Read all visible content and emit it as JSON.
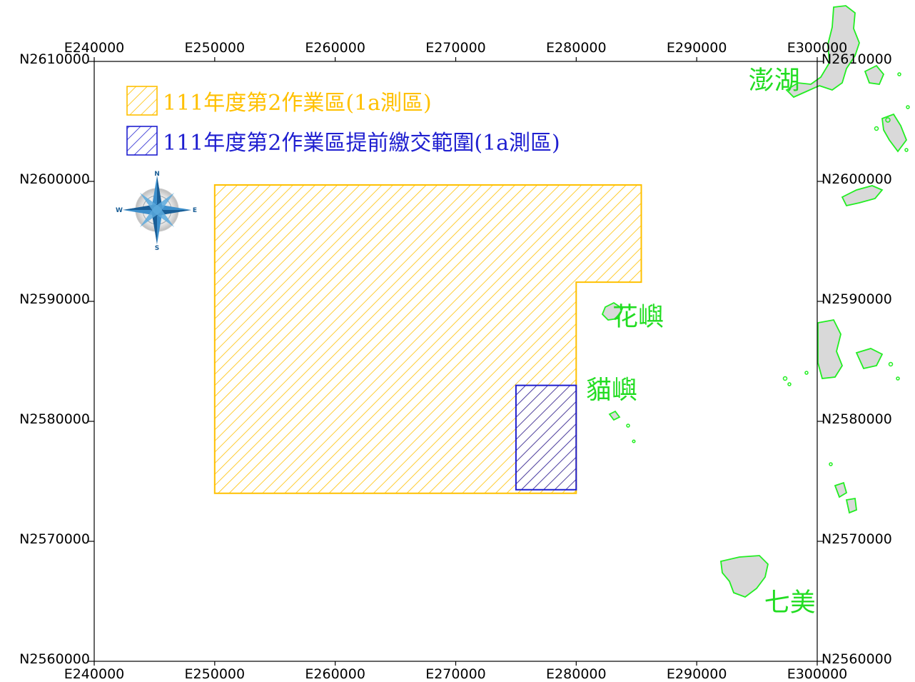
{
  "map": {
    "x_range": [
      240000,
      300000
    ],
    "y_range": [
      2560000,
      2610000
    ],
    "x_ticks": [
      {
        "value": 240000,
        "label": "E240000"
      },
      {
        "value": 250000,
        "label": "E250000"
      },
      {
        "value": 260000,
        "label": "E260000"
      },
      {
        "value": 270000,
        "label": "E270000"
      },
      {
        "value": 280000,
        "label": "E280000"
      },
      {
        "value": 290000,
        "label": "E290000"
      },
      {
        "value": 300000,
        "label": "E300000"
      }
    ],
    "y_ticks": [
      {
        "value": 2610000,
        "label": "N2610000"
      },
      {
        "value": 2600000,
        "label": "N2600000"
      },
      {
        "value": 2590000,
        "label": "N2590000"
      },
      {
        "value": 2580000,
        "label": "N2580000"
      },
      {
        "value": 2570000,
        "label": "N2570000"
      },
      {
        "value": 2560000,
        "label": "N2560000"
      }
    ],
    "colors": {
      "orange": "#FFC000",
      "blue": "#1F1FD0",
      "island_fill": "#D9D9D9",
      "island_stroke": "#22EE22",
      "place_label": "#22DD22"
    },
    "legend": [
      {
        "label": "111年度第2作業區(1a測區)",
        "color": "#FFC000"
      },
      {
        "label": "111年度第2作業區提前繳交範圍(1a測區)",
        "color": "#1F1FD0"
      }
    ],
    "areas": [
      {
        "name": "work-area-orange",
        "color": "#FFC000",
        "polygon": [
          [
            250000,
            2599700
          ],
          [
            285400,
            2599700
          ],
          [
            285400,
            2591600
          ],
          [
            280000,
            2591600
          ],
          [
            280000,
            2574000
          ],
          [
            250000,
            2574000
          ]
        ]
      },
      {
        "name": "early-submission-area",
        "color": "#1F1FD0",
        "polygon": [
          [
            275000,
            2583000
          ],
          [
            280000,
            2583000
          ],
          [
            280000,
            2574300
          ],
          [
            275000,
            2574300
          ]
        ]
      }
    ],
    "compass": {
      "letters": [
        "N",
        "E",
        "S",
        "W"
      ]
    },
    "places": [
      {
        "label": "澎湖",
        "x": 294300,
        "y": 2607700
      },
      {
        "label": "花嶼",
        "x": 283000,
        "y": 2588000
      },
      {
        "label": "貓嶼",
        "x": 280800,
        "y": 2581900
      },
      {
        "label": "七美",
        "x": 295600,
        "y": 2564200
      }
    ]
  }
}
